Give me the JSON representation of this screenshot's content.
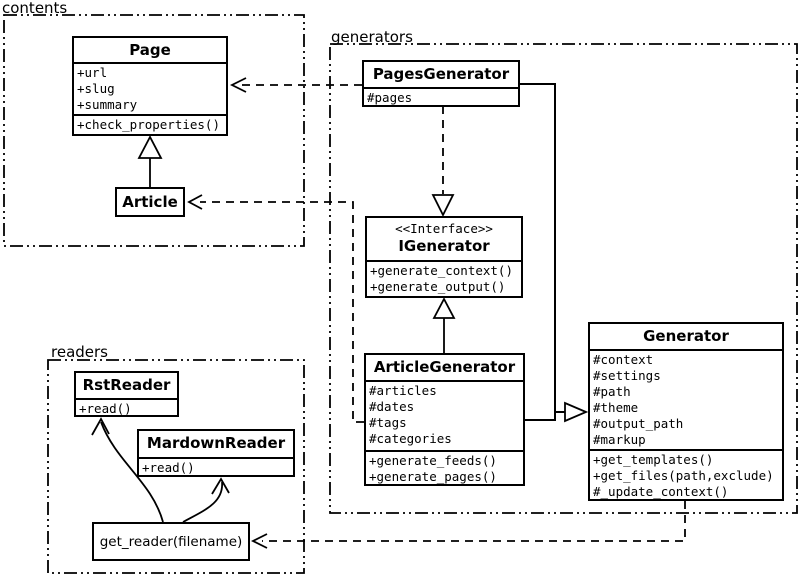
{
  "diagram": {
    "background": "#ffffff",
    "line_color": "#000000",
    "packages": [
      {
        "id": "contents",
        "label": "contents"
      },
      {
        "id": "generators",
        "label": "generators"
      },
      {
        "id": "readers",
        "label": "readers"
      }
    ],
    "classes": {
      "page": {
        "title": "Page",
        "attributes": [
          "+url",
          "+slug",
          "+summary"
        ],
        "methods": [
          "+check_properties()"
        ]
      },
      "article": {
        "title": "Article"
      },
      "pagesGenerator": {
        "title": "PagesGenerator",
        "attributes": [
          "#pages"
        ]
      },
      "iGenerator": {
        "stereotype": "<<Interface>>",
        "title": "IGenerator",
        "methods": [
          "+generate_context()",
          "+generate_output()"
        ]
      },
      "articleGenerator": {
        "title": "ArticleGenerator",
        "attributes": [
          "#articles",
          "#dates",
          "#tags",
          "#categories"
        ],
        "methods": [
          "+generate_feeds()",
          "+generate_pages()"
        ]
      },
      "generator": {
        "title": "Generator",
        "attributes": [
          "#context",
          "#settings",
          "#path",
          "#theme",
          "#output_path",
          "#markup"
        ],
        "methods": [
          "+get_templates()",
          "+get_files(path,exclude)",
          "#_update_context()"
        ]
      },
      "rstReader": {
        "title": "RstReader",
        "methods": [
          "+read()"
        ]
      },
      "mardownReader": {
        "title": "MardownReader",
        "methods": [
          "+read()"
        ]
      },
      "getReader": {
        "title": "get_reader(filename)"
      }
    },
    "relationships": [
      {
        "from": "Article",
        "to": "Page",
        "type": "inheritance",
        "line": "solid",
        "head": "hollow-triangle"
      },
      {
        "from": "PagesGenerator",
        "to": "Page",
        "type": "dependency",
        "line": "dashed",
        "head": "open-arrow"
      },
      {
        "from": "ArticleGenerator",
        "to": "Article",
        "type": "dependency",
        "line": "dashed",
        "head": "open-arrow"
      },
      {
        "from": "PagesGenerator",
        "to": "IGenerator",
        "type": "realization",
        "line": "dashed",
        "head": "hollow-triangle"
      },
      {
        "from": "ArticleGenerator",
        "to": "IGenerator",
        "type": "realization",
        "line": "solid",
        "head": "hollow-triangle"
      },
      {
        "from": "PagesGenerator",
        "to": "Generator",
        "type": "inheritance",
        "line": "solid",
        "head": "hollow-triangle"
      },
      {
        "from": "ArticleGenerator",
        "to": "Generator",
        "type": "inheritance",
        "line": "solid",
        "head": "hollow-triangle"
      },
      {
        "from": "Generator",
        "to": "get_reader(filename)",
        "type": "dependency",
        "line": "dashed",
        "head": "open-arrow"
      },
      {
        "from": "get_reader(filename)",
        "to": "RstReader",
        "type": "dependency",
        "line": "curved",
        "head": "open-arrow"
      },
      {
        "from": "get_reader(filename)",
        "to": "MardownReader",
        "type": "dependency",
        "line": "curved",
        "head": "open-arrow"
      }
    ]
  }
}
